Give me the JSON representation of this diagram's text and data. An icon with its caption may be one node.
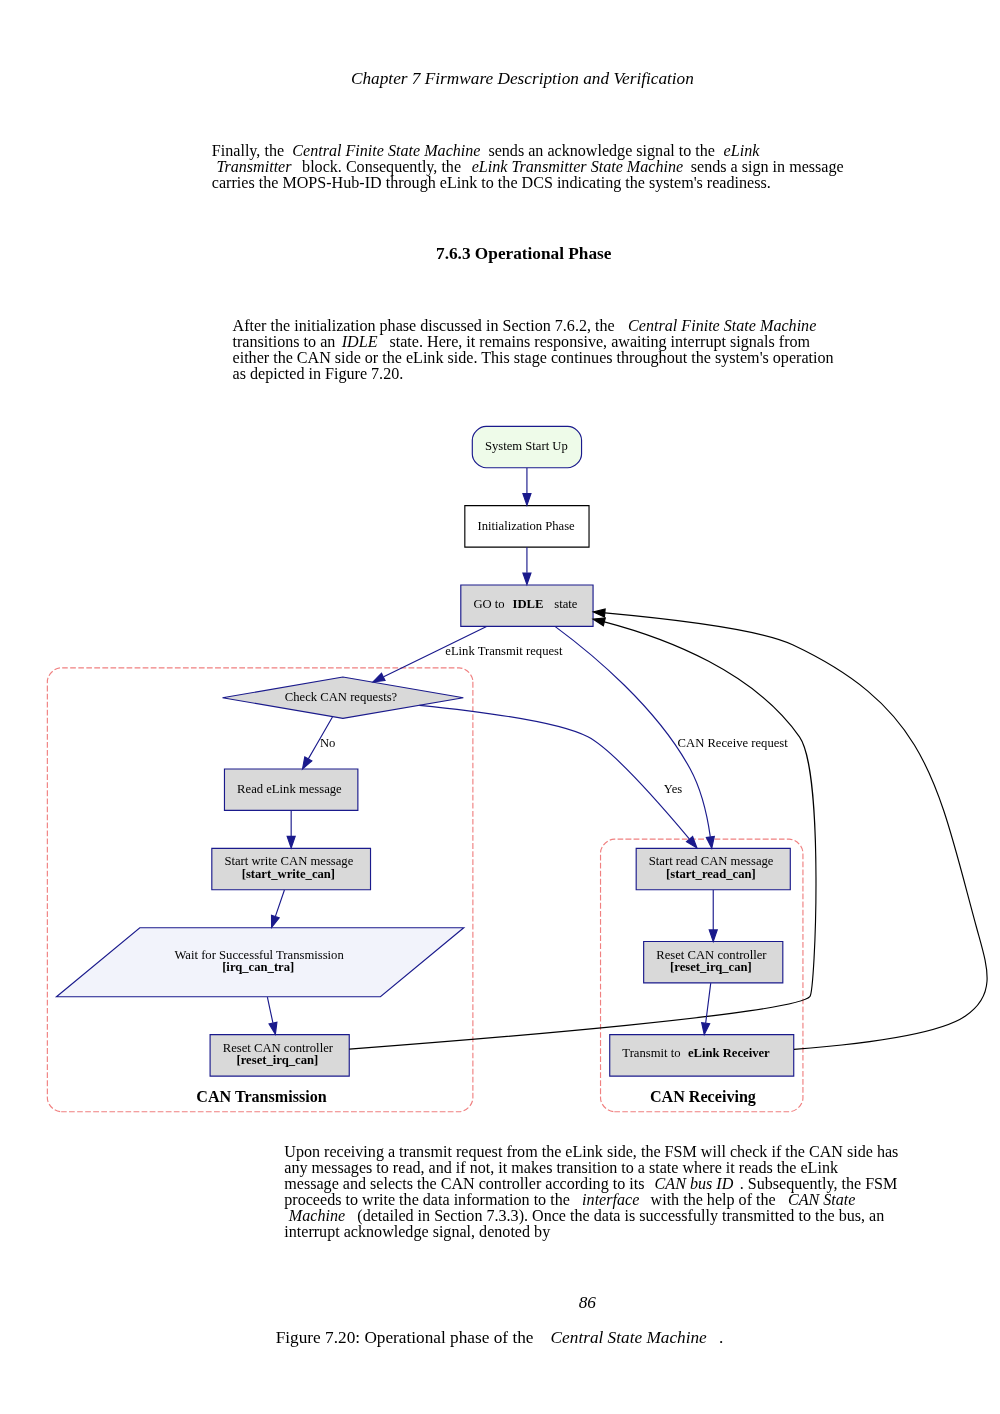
{
  "diagram": {
    "caption": "Figure 7.20: Operational phase of the *Central State Machine*.",
    "nodes": [
      {
        "text": [
          "System Start Up"
        ]
      },
      {
        "text": [
          "Initialization Phase"
        ]
      },
      {
        "text": [
          "GO to **IDLE** state"
        ]
      },
      {
        "text": [
          "CAN Transmission"
        ]
      },
      {
        "text": [
          "Check CAN requests?"
        ],
        "in": 3
      },
      {
        "text": [
          "Read eLink message"
        ],
        "in": 3
      },
      {
        "text": [
          "Start write CAN message",
          "**[start_write_can]**"
        ],
        "in": 3
      },
      {
        "text": [
          "Wait for Successful Transmission",
          "**[irq_can_tra]**"
        ],
        "in": 3
      },
      {
        "text": [
          "Reset CAN controller",
          "**[reset_irq_can]**"
        ],
        "in": 3
      },
      {
        "text": [
          "CAN Receiving"
        ]
      },
      {
        "text": [
          "Start read CAN message",
          "**[start_read_can]**"
        ],
        "in": 9
      },
      {
        "text": [
          "Reset CAN controller",
          "**[reset_irq_can]**"
        ],
        "in": 9
      },
      {
        "text": [
          "Transmit to **eLink Receiver**"
        ],
        "in": 9
      }
    ],
    "edges": [
      {
        "from": 0,
        "to": 1,
        "arrow": "to"
      },
      {
        "from": 1,
        "to": 2,
        "arrow": "to"
      },
      {
        "from": 2,
        "to": 4,
        "arrow": "to",
        "label": "eLink Transmit request"
      },
      {
        "from": 2,
        "to": 10,
        "arrow": "to",
        "label": "CAN Receive request"
      },
      {
        "from": 4,
        "to": 10,
        "arrow": "to",
        "label": "Yes"
      },
      {
        "from": 4,
        "to": 5,
        "arrow": "to",
        "label": "No"
      },
      {
        "from": 5,
        "to": 6,
        "arrow": "to"
      },
      {
        "from": 6,
        "to": 7,
        "arrow": "to"
      },
      {
        "from": 7,
        "to": 8,
        "arrow": "to"
      },
      {
        "from": 8,
        "to": 2,
        "arrow": "to",
        "color": "#000000"
      },
      {
        "from": 10,
        "to": 11,
        "arrow": "to"
      },
      {
        "from": 11,
        "to": 12,
        "arrow": "to"
      },
      {
        "from": 12,
        "to": 2,
        "arrow": "to",
        "color": "#000000"
      }
    ],
    "labels": [
      "*Chapter 7 Firmware Description and Verification*",
      "Finally, the *Central Finite State Machine* sends an acknowledge signal to the *eLink Transmitter* block. Consequently, the *eLink Transmitter State Machine* sends a sign in message carries the MOPS-Hub-ID through eLink to the DCS indicating the system's readiness.",
      "**7.6.3 Operational Phase**",
      "After the initialization phase discussed in Section 7.6.2, the *Central Finite State Machine* transitions to an *IDLE* state. Here, it remains responsive, awaiting interrupt signals from either the CAN side or the eLink side. This stage continues throughout the system's operation as depicted in Figure 7.20.",
      "Upon receiving a transmit request from the eLink side, the FSM will check if the CAN side has any messages to read, and if not, it makes transition to a state where it reads the eLink message and selects the CAN controller according to its *CAN bus ID*. Subsequently, the FSM proceeds to write the data information to the *interface* with the help of the *CAN State Machine* (detailed in Section 7.3.3). Once the data is successfully transmitted to the bus, an interrupt acknowledge signal, denoted by",
      "*86*"
    ]
  }
}
